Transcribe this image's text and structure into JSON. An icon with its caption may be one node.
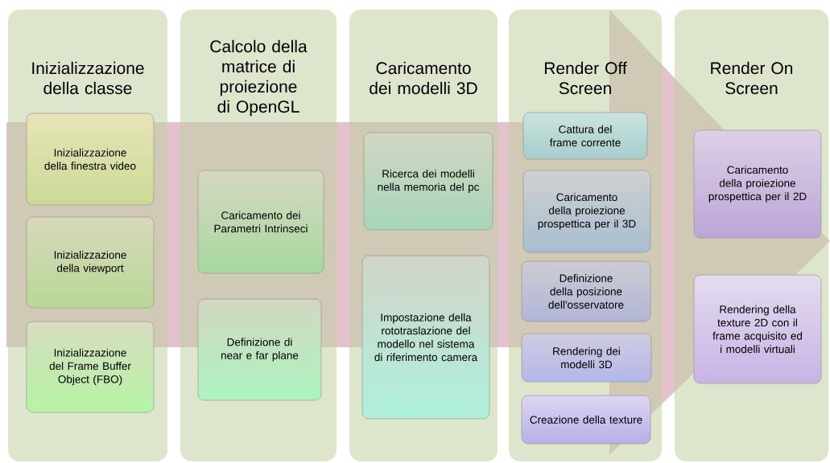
{
  "diagram": {
    "nodes": [
      {
        "text": [
          "Inizializzazione della classe"
        ]
      },
      {
        "text": [
          "Inizializzazione della finestra video"
        ],
        "in": 0
      },
      {
        "text": [
          "Inizializzazione della viewport"
        ],
        "in": 0
      },
      {
        "text": [
          "Inizializzazione del Frame Buffer Object (FBO)"
        ],
        "in": 0
      },
      {
        "text": [
          "Calcolo della matrice di proiezione di OpenGL"
        ]
      },
      {
        "text": [
          "Caricamento dei Parametri Intrinseci"
        ],
        "in": 4
      },
      {
        "text": [
          "Definizione di near e far plane"
        ],
        "in": 4
      },
      {
        "text": [
          "Caricamento dei modelli 3D"
        ]
      },
      {
        "text": [
          "Ricerca dei modelli nella memoria del pc"
        ],
        "in": 7
      },
      {
        "text": [
          "Impostazione della rototraslazione del modello nel sistema di riferimento camera"
        ],
        "in": 7
      },
      {
        "text": [
          "Render Off Screen"
        ]
      },
      {
        "text": [
          "Cattura del frame corrente"
        ],
        "in": 10
      },
      {
        "text": [
          "Caricamento della proiezione prospettica per il 3D"
        ],
        "in": 10
      },
      {
        "text": [
          "Definizione della posizione dell'osservatore"
        ],
        "in": 10
      },
      {
        "text": [
          "Rendering dei modelli 3D"
        ],
        "in": 10
      },
      {
        "text": [
          "Creazione della texture"
        ],
        "in": 10
      },
      {
        "text": [
          "Render On Screen"
        ]
      },
      {
        "text": [
          "Caricamento della proiezione prospettica per il 2D"
        ],
        "in": 16
      },
      {
        "text": [
          "Rendering della texture 2D con il frame acquisito ed i modelli virtuali"
        ],
        "in": 16
      }
    ],
    "edges": [
      {
        "from": 0,
        "to": 16,
        "arrow": "to",
        "style": "thick"
      }
    ]
  }
}
